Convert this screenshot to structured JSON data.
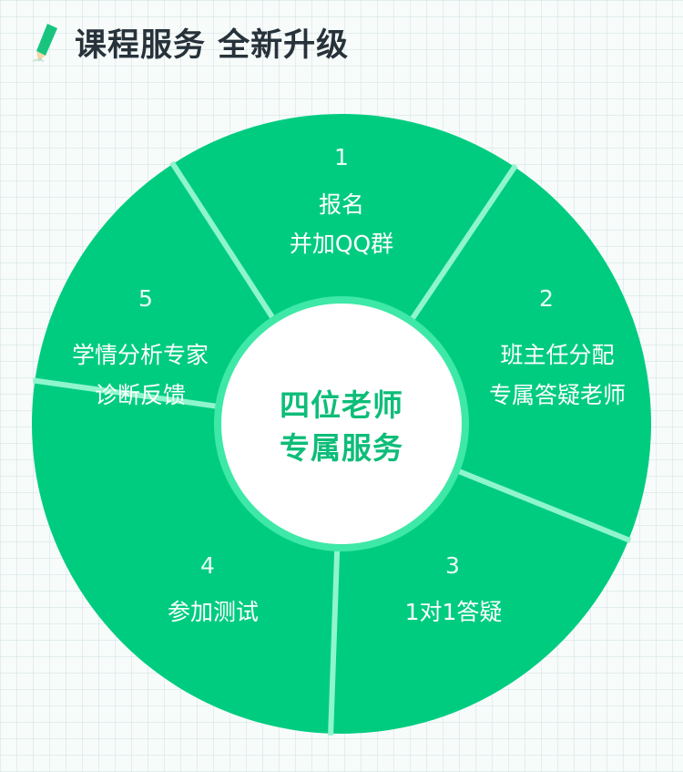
{
  "header": {
    "title": "课程服务 全新升级",
    "icon": "pencil-icon"
  },
  "colors": {
    "segment": "#00cc80",
    "divider": "#8ff5cc",
    "center_ring": "#3ee8a6",
    "center_fill": "#ffffff",
    "center_text": "#0dbd78",
    "pencil": "#19c47f"
  },
  "center": {
    "line1": "四位老师",
    "line2": "专属服务"
  },
  "segments": [
    {
      "number": "1",
      "lines": [
        "报名",
        "并加QQ群"
      ]
    },
    {
      "number": "2",
      "lines": [
        "班主任分配",
        "专属答疑老师"
      ]
    },
    {
      "number": "3",
      "lines": [
        "1对1答疑"
      ]
    },
    {
      "number": "4",
      "lines": [
        "参加测试"
      ]
    },
    {
      "number": "5",
      "lines": [
        "学情分析专家",
        "诊断反馈"
      ]
    }
  ]
}
